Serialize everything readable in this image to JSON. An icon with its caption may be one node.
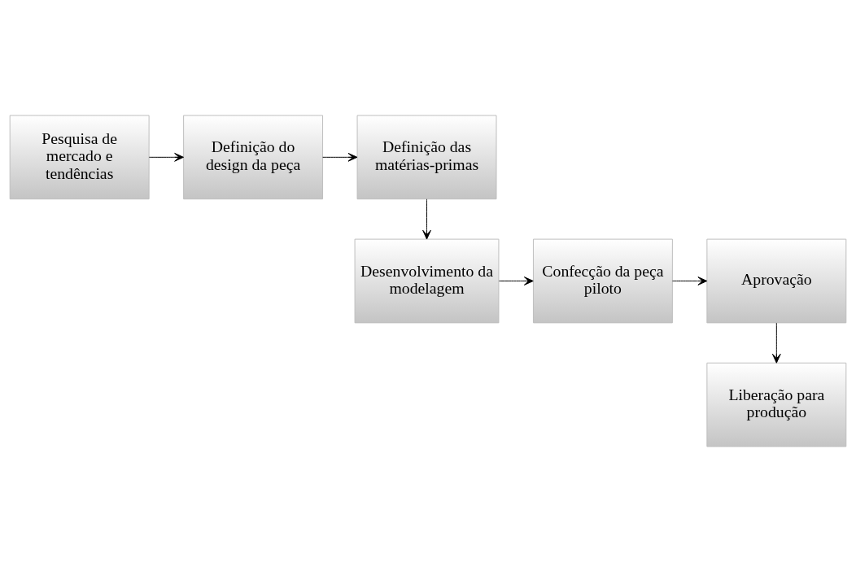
{
  "diagram": {
    "nodes": [
      {
        "text": [
          "Pesquisa de mercado e tendências"
        ]
      },
      {
        "text": [
          "Definição do design da peça"
        ]
      },
      {
        "text": [
          "Definição das matérias-primas"
        ]
      },
      {
        "text": [
          "Desenvolvimento da modelagem"
        ]
      },
      {
        "text": [
          "Confecção da peça piloto"
        ]
      },
      {
        "text": [
          "Aprovação"
        ]
      },
      {
        "text": [
          "Liberação para produção"
        ]
      }
    ],
    "edges": [
      {
        "from": 0,
        "to": 1,
        "arrow": "to"
      },
      {
        "from": 1,
        "to": 2,
        "arrow": "to"
      },
      {
        "from": 2,
        "to": 3,
        "arrow": "to"
      },
      {
        "from": 3,
        "to": 4,
        "arrow": "to"
      },
      {
        "from": 4,
        "to": 5,
        "arrow": "to"
      },
      {
        "from": 5,
        "to": 6,
        "arrow": "to"
      }
    ]
  }
}
